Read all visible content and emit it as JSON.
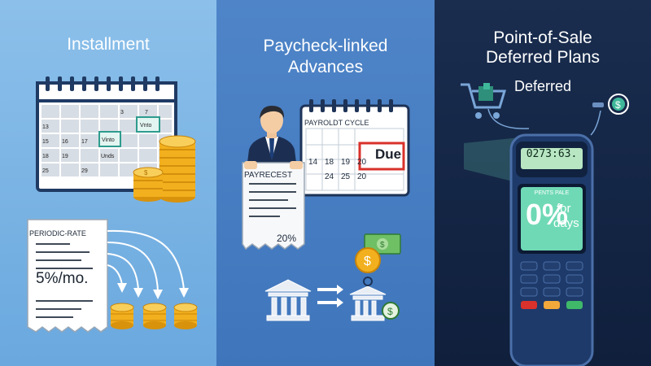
{
  "panels": {
    "installment": {
      "title": "Installment",
      "calendar_labels": [
        "Vnto",
        "Vinto",
        "Unds"
      ],
      "calendar_numbers": [
        "3",
        "7",
        "13",
        "15",
        "16",
        "17",
        "18",
        "19",
        "25",
        "29"
      ],
      "receipt_title": "PERIODIC-RATE",
      "receipt_rate": "5%/mo."
    },
    "paycheck": {
      "title_line1": "Paycheck-linked",
      "title_line2": "Advances",
      "calendar_title": "PAYROLDT CYCLE",
      "calendar_numbers": [
        "14",
        "18",
        "19",
        "20",
        "24",
        "25",
        "20"
      ],
      "due_label": "Due",
      "paystub_title": "PAYRECEST",
      "paystub_percent": "20%"
    },
    "pos": {
      "title_line1": "Point-of-Sale",
      "title_line2": "Deferred Plans",
      "subtitle": "Deferred",
      "terminal_display": "0273:63.",
      "screen_caption": "PENTS PALE",
      "screen_main": "0%",
      "screen_for": "for",
      "screen_days": "days"
    }
  },
  "colors": {
    "panel1_bg": "#7bb4e4",
    "panel2_bg": "#477dc2",
    "panel3_bg": "#142747",
    "coin": "#f2b01e",
    "due_red": "#d9312b",
    "screen_green": "#6fd9b5"
  },
  "icons": [
    "calendar-icon",
    "coin-stack-icon",
    "receipt-icon",
    "arrow-icon",
    "person-icon",
    "paystub-icon",
    "dollar-bill-icon",
    "bank-icon",
    "shopping-cart-icon",
    "payment-terminal-icon"
  ]
}
